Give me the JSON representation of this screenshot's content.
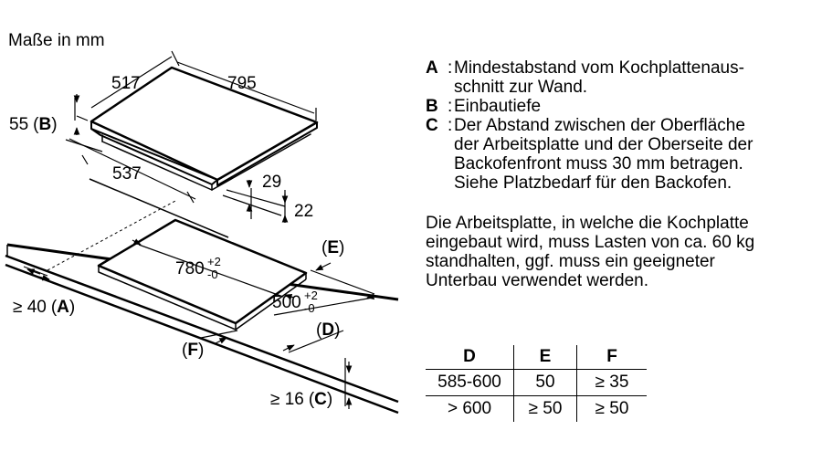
{
  "title": "Maße in mm",
  "diagram": {
    "dim_517": "517",
    "dim_795": "795",
    "dim_55": "55",
    "label_B": "B",
    "dim_537": "537",
    "dim_29": "29",
    "dim_22": "22",
    "dim_780": "780",
    "tol_plus": "+2",
    "tol_minus": "-0",
    "dim_500": "500",
    "label_E": "E",
    "label_D": "D",
    "label_F": "F",
    "dim_40_prefix": "≥ 40",
    "label_A": "A",
    "dim_16_prefix": "≥ 16",
    "label_C": "C"
  },
  "legend": [
    {
      "key": "A",
      "text_lines": [
        "Mindestabstand vom Kochplattenaus-",
        "schnitt zur Wand."
      ]
    },
    {
      "key": "B",
      "text_lines": [
        "Einbautiefe"
      ]
    },
    {
      "key": "C",
      "text_lines": [
        "Der Abstand zwischen der Oberfläche",
        "der Arbeitsplatte und der Oberseite der",
        "Backofenfront muss 30 mm betragen.",
        "Siehe Platzbedarf für den Backofen."
      ]
    }
  ],
  "note_lines": [
    "Die Arbeitsplatte, in welche die Kochplatte",
    "eingebaut wird, muss Lasten von ca. 60 kg",
    "standhalten, ggf. muss ein geeigneter",
    "Unterbau verwendet werden."
  ],
  "table": {
    "headers": [
      "D",
      "E",
      "F"
    ],
    "rows": [
      [
        "585-600",
        "50",
        "≥ 35"
      ],
      [
        "> 600",
        "≥ 50",
        "≥ 50"
      ]
    ]
  }
}
